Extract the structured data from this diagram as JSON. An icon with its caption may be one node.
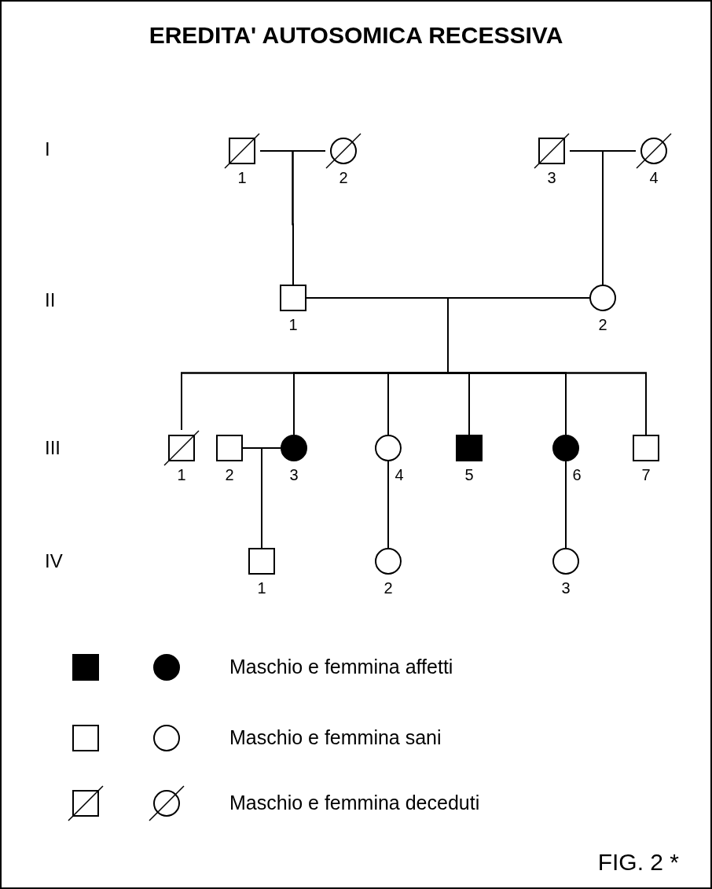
{
  "diagram": {
    "title": "EREDITA' AUTOSOMICA RECESSIVA",
    "caption": "FIG. 2 *",
    "nodes": [
      {
        "text": [],
        "shape": "box",
        "beside": [
          "1"
        ]
      },
      {
        "text": [],
        "shape": "circle",
        "beside": [
          "2"
        ]
      },
      {
        "text": [],
        "shape": "box",
        "beside": [
          "3"
        ]
      },
      {
        "text": [],
        "shape": "circle",
        "beside": [
          "4"
        ]
      },
      {
        "text": [],
        "shape": "box",
        "beside": [
          "1"
        ]
      },
      {
        "text": [],
        "shape": "circle",
        "beside": [
          "2"
        ]
      },
      {
        "text": [],
        "shape": "box",
        "beside": [
          "1"
        ]
      },
      {
        "text": [],
        "shape": "box",
        "beside": [
          "2"
        ]
      },
      {
        "text": [],
        "shape": "circle",
        "beside": [
          "3"
        ]
      },
      {
        "text": [],
        "shape": "circle",
        "beside": [
          "4"
        ]
      },
      {
        "text": [],
        "shape": "box",
        "beside": [
          "5"
        ]
      },
      {
        "text": [],
        "shape": "circle",
        "beside": [
          "6"
        ]
      },
      {
        "text": [],
        "shape": "box",
        "beside": [
          "7"
        ]
      },
      {
        "text": [],
        "shape": "box",
        "beside": [
          "1"
        ]
      },
      {
        "text": [],
        "shape": "circle",
        "beside": [
          "2"
        ]
      },
      {
        "text": [],
        "shape": "circle",
        "beside": [
          "3"
        ]
      }
    ],
    "edges": [
      {
        "from": 0,
        "to": 1,
        "arrow": "none"
      },
      {
        "from": 2,
        "to": 3,
        "arrow": "none"
      },
      {
        "from": 0,
        "to": 4,
        "arrow": "none"
      },
      {
        "from": 1,
        "to": 4,
        "arrow": "none"
      },
      {
        "from": 2,
        "to": 5,
        "arrow": "none"
      },
      {
        "from": 3,
        "to": 5,
        "arrow": "none"
      },
      {
        "from": 4,
        "to": 5,
        "arrow": "none"
      },
      {
        "from": 4,
        "to": 6,
        "arrow": "none"
      },
      {
        "from": 5,
        "to": 6,
        "arrow": "none"
      },
      {
        "from": 4,
        "to": 8,
        "arrow": "none"
      },
      {
        "from": 5,
        "to": 8,
        "arrow": "none"
      },
      {
        "from": 4,
        "to": 9,
        "arrow": "none"
      },
      {
        "from": 5,
        "to": 9,
        "arrow": "none"
      },
      {
        "from": 4,
        "to": 10,
        "arrow": "none"
      },
      {
        "from": 5,
        "to": 10,
        "arrow": "none"
      },
      {
        "from": 4,
        "to": 11,
        "arrow": "none"
      },
      {
        "from": 5,
        "to": 11,
        "arrow": "none"
      },
      {
        "from": 4,
        "to": 12,
        "arrow": "none"
      },
      {
        "from": 5,
        "to": 12,
        "arrow": "none"
      },
      {
        "from": 7,
        "to": 8,
        "arrow": "none"
      },
      {
        "from": 7,
        "to": 13,
        "arrow": "none"
      },
      {
        "from": 8,
        "to": 13,
        "arrow": "none"
      },
      {
        "from": 9,
        "to": 14,
        "arrow": "none"
      },
      {
        "from": 11,
        "to": 15,
        "arrow": "none"
      }
    ],
    "labels": [
      "I",
      "II",
      "III",
      "IV"
    ],
    "legend": [
      {
        "text": "Maschio e femmina affetti"
      },
      {
        "text": "Maschio e femmina sani"
      },
      {
        "text": "Maschio e femmina deceduti"
      }
    ]
  }
}
